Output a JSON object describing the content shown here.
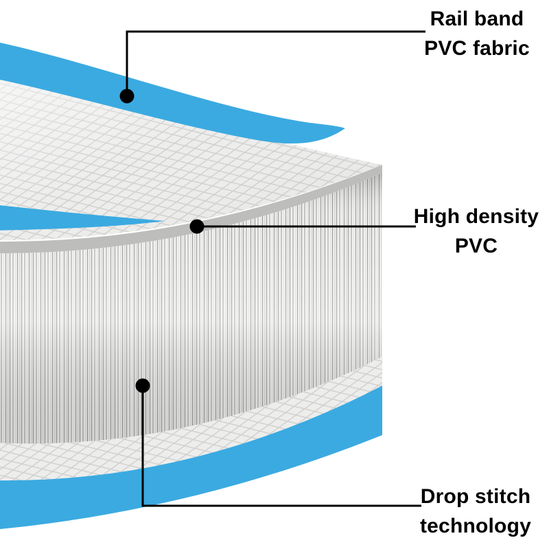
{
  "diagram": {
    "type": "product-callout-diagram",
    "subject": "Inflatable air track mat construction cross-section",
    "labels": [
      {
        "id": "rail-band",
        "lines": [
          "Rail band",
          "PVC fabric"
        ]
      },
      {
        "id": "high-density",
        "lines": [
          "High density",
          "PVC"
        ]
      },
      {
        "id": "drop-stitch",
        "lines": [
          "Drop stitch",
          "technology"
        ]
      }
    ],
    "colors": {
      "rail_band_blue": "#3BAAE1",
      "pvc_gray_light": "#EDEDEC",
      "pvc_gray_line": "#CFCFCE",
      "edge_gray": "#BDBDBC",
      "callout": "#000000",
      "background": "#FFFFFF"
    }
  }
}
